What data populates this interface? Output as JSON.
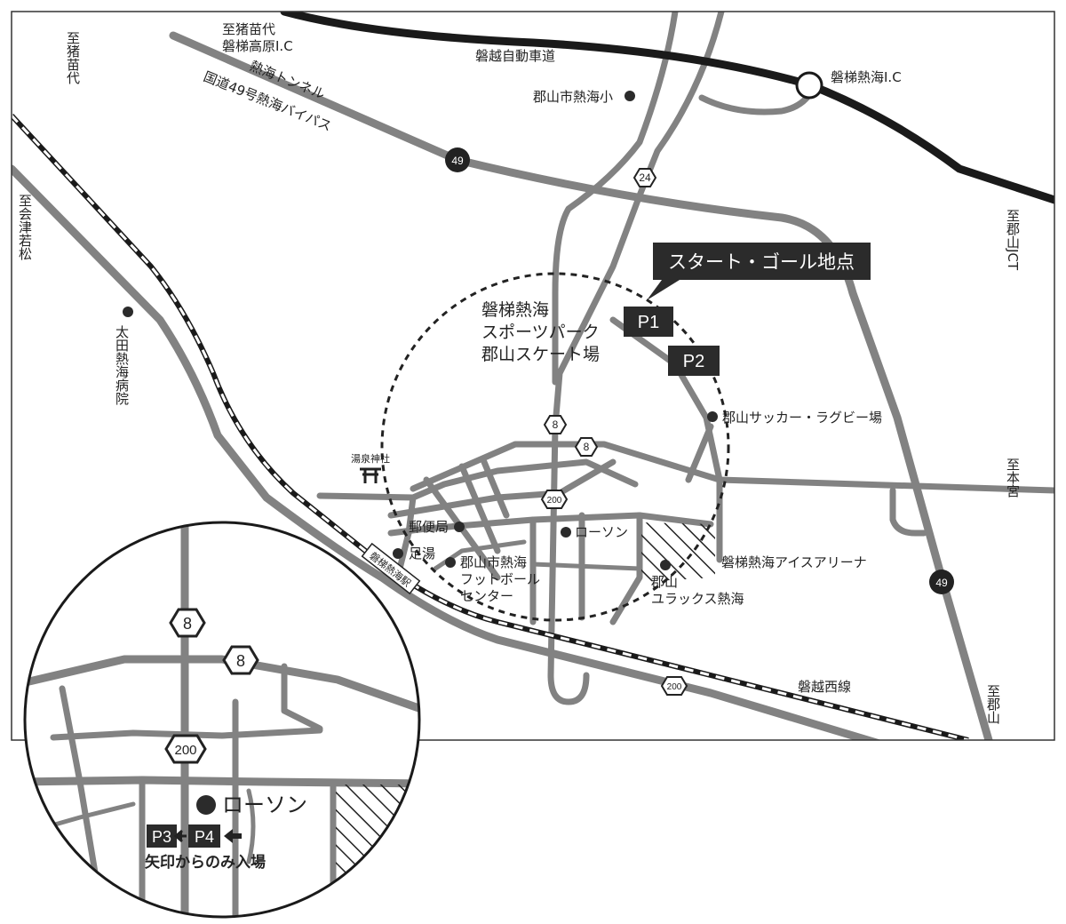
{
  "map": {
    "labels": {
      "to_inawashiro_ic": "至猪苗代",
      "bandai_kogen_ic": "磐梯高原I.C",
      "atami_tunnel": "熱海トンネル",
      "route49_bypass": "国道49号熱海バイパス",
      "expressway": "磐越自動車道",
      "bandai_atami_ic": "磐梯熱海I.C",
      "atami_elementary": "郡山市熱海小",
      "to_inawashiro": "至猪苗代",
      "to_aizuwakamatsu": "至会津若松",
      "ohta_hospital": "太田熱海病院",
      "to_koriyama_jct": "至郡山JCT",
      "sports_park_1": "磐梯熱海",
      "sports_park_2": "スポーツパーク",
      "sports_park_3": "郡山スケート場",
      "soccer_rugby": "郡山サッカー・ラグビー場",
      "to_motomiya": "至本宮",
      "yuzen_shrine": "湯泉神社",
      "post_office": "郵便局",
      "ashiyu": "足湯",
      "lawson": "ローソン",
      "football_center_1": "郡山市熱海",
      "football_center_2": "フットボール",
      "football_center_3": "センター",
      "ice_arena": "磐梯熱海アイスアリーナ",
      "yurax_1": "郡山",
      "yurax_2": "ユラックス熱海",
      "station": "磐梯熱海駅",
      "banetsu_west_line": "磐越西線",
      "to_koriyama": "至郡山"
    },
    "callout": "スタート・ゴール地点",
    "parking": [
      "P1",
      "P2",
      "P3",
      "P4"
    ],
    "route_shields": {
      "r49": "49",
      "r24": "24",
      "r8": "8",
      "r200": "200"
    },
    "inset": {
      "lawson": "ローソン",
      "entry_note": "矢印からのみ入場"
    }
  }
}
